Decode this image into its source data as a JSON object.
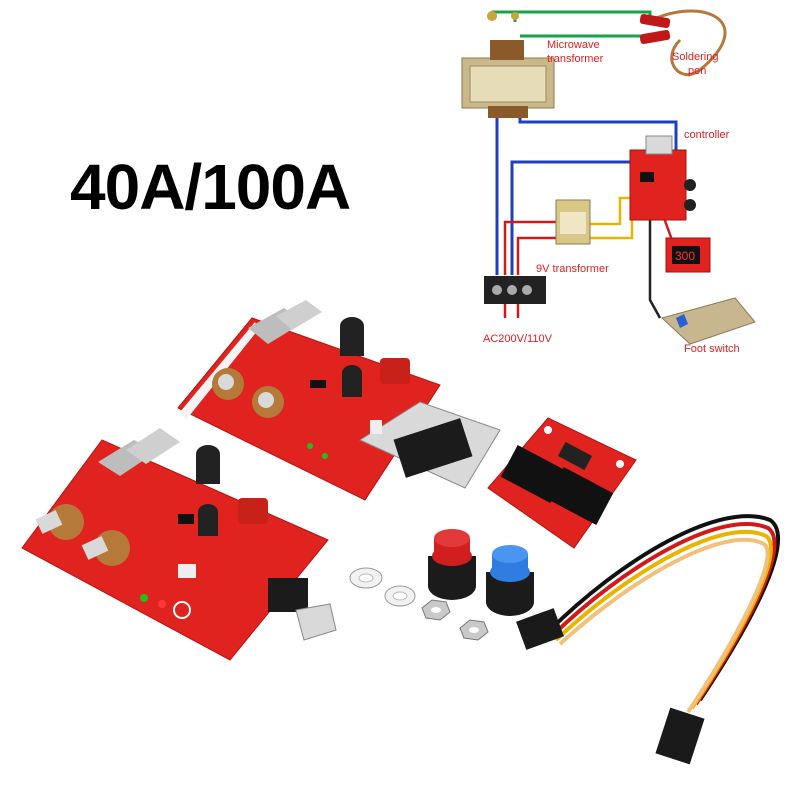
{
  "headline": "40A/100A",
  "diagram": {
    "microwave_transformer": "Microwave\ntransformer",
    "soldering_pen": "Soldering\npen",
    "controller": "controller",
    "nine_v_transformer": "9V transformer",
    "power": "AC200V/110V",
    "foot_switch": "Foot switch"
  },
  "display_digits": "300",
  "colors": {
    "board": "#e0231f",
    "wire_blue": "#1f3fbf",
    "wire_green": "#17a34a",
    "wire_red": "#d21a1a",
    "wire_yellow": "#e8b400",
    "label_red": "#e02020"
  }
}
